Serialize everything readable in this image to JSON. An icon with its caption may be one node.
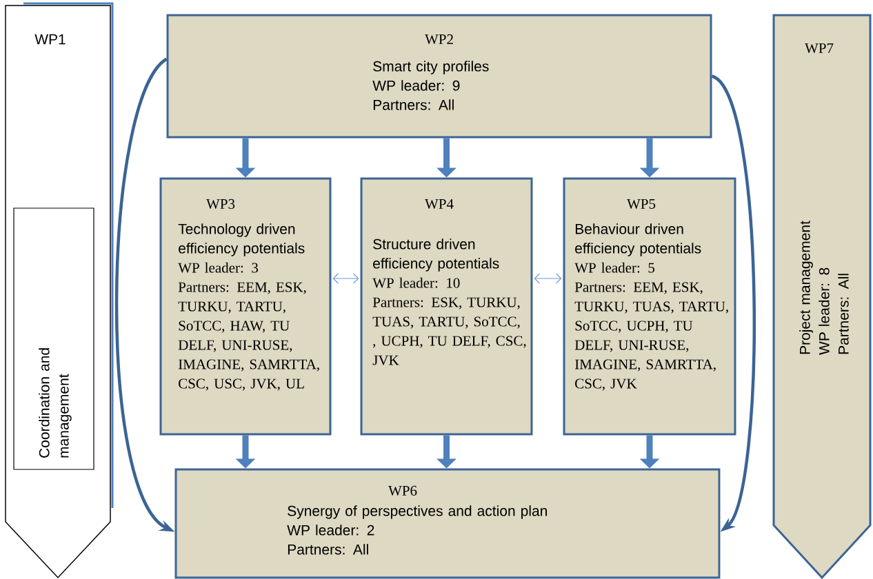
{
  "diagram": {
    "nodes": [
      {
        "text": [
          "WP1"
        ]
      },
      {
        "text": [
          "Coordination and management"
        ],
        "in": 0
      },
      {
        "text": [
          "WP2",
          "Smart city profiles",
          "WP leader: 9",
          "Partners: All"
        ]
      },
      {
        "text": [
          "WP3",
          "Technology driven efficiency potentials",
          "WP leader: 3",
          "Partners: EEM, ESK, TURKU, TARTU, SoTCC, HAW, TU DELF, UNI-RUSE, IMAGINE, SAMRTTA, CSC, USC, JVK, UL"
        ]
      },
      {
        "text": [
          "WP4",
          "Structure driven efficiency potentials",
          "WP leader: 10",
          "Partners: ESK, TURKU, TUAS, TARTU, SoTCC, , UCPH, TU DELF, CSC, JVK"
        ]
      },
      {
        "text": [
          "WP5",
          "Behaviour driven efficiency potentials",
          "WP leader: 5",
          "Partners: EEM, ESK, TURKU, TUAS, TARTU, SoTCC, UCPH, TU DELF, UNI-RUSE, IMAGINE, SAMRTTA, CSC, JVK"
        ]
      },
      {
        "text": [
          "WP6",
          "Synergy of perspectives and action plan",
          "WP leader: 2",
          "Partners: All"
        ]
      },
      {
        "text": [
          "WP7",
          "Project management",
          "WP leader: 8",
          "Partners: All"
        ]
      }
    ],
    "edges": [
      {
        "from": 2,
        "to": 3,
        "arrow": "to"
      },
      {
        "from": 2,
        "to": 4,
        "arrow": "to"
      },
      {
        "from": 2,
        "to": 5,
        "arrow": "to"
      },
      {
        "from": 3,
        "to": 4,
        "arrow": "both",
        "color": "#6f9bd5"
      },
      {
        "from": 4,
        "to": 5,
        "arrow": "both",
        "color": "#6f9bd5"
      },
      {
        "from": 3,
        "to": 6,
        "arrow": "to"
      },
      {
        "from": 4,
        "to": 6,
        "arrow": "to"
      },
      {
        "from": 5,
        "to": 6,
        "arrow": "to"
      },
      {
        "from": 2,
        "to": 6,
        "arrow": "to"
      },
      {
        "from": 2,
        "to": 6,
        "arrow": "to"
      }
    ]
  }
}
